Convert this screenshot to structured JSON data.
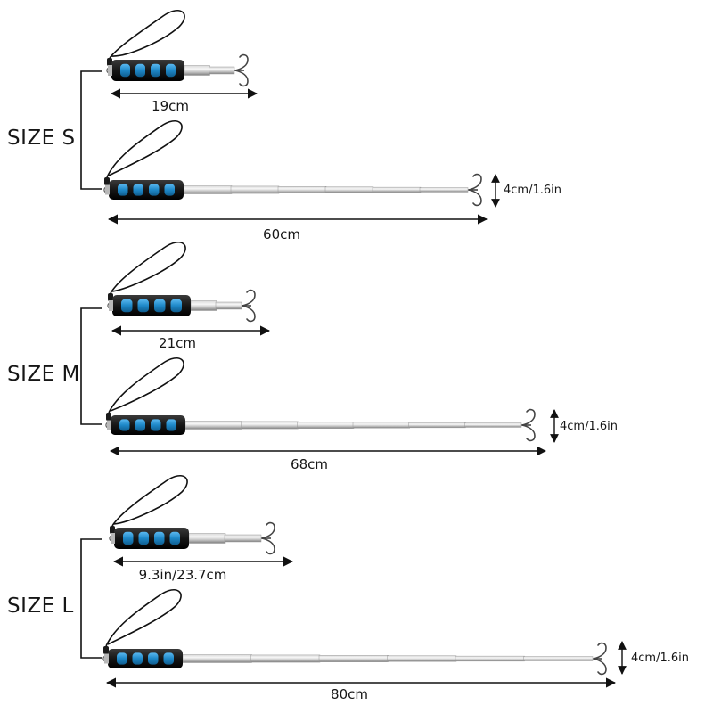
{
  "colors": {
    "grip_foam": "#1b1b1b",
    "grip_inset": "#1e88c8",
    "steel_light": "#f2f2f2",
    "steel_dark": "#8a8a8a",
    "lanyard": "#111111",
    "dimension_line": "#111111"
  },
  "sizes": [
    {
      "label": "SIZE S",
      "collapsed_length": "19cm",
      "extended_length": "60cm",
      "hook_width": "4cm/1.6in"
    },
    {
      "label": "SIZE M",
      "collapsed_length": "21cm",
      "extended_length": "68cm",
      "hook_width": "4cm/1.6in"
    },
    {
      "label": "SIZE L",
      "collapsed_length": "9.3in/23.7cm",
      "extended_length": "80cm",
      "hook_width": "4cm/1.6in"
    }
  ]
}
